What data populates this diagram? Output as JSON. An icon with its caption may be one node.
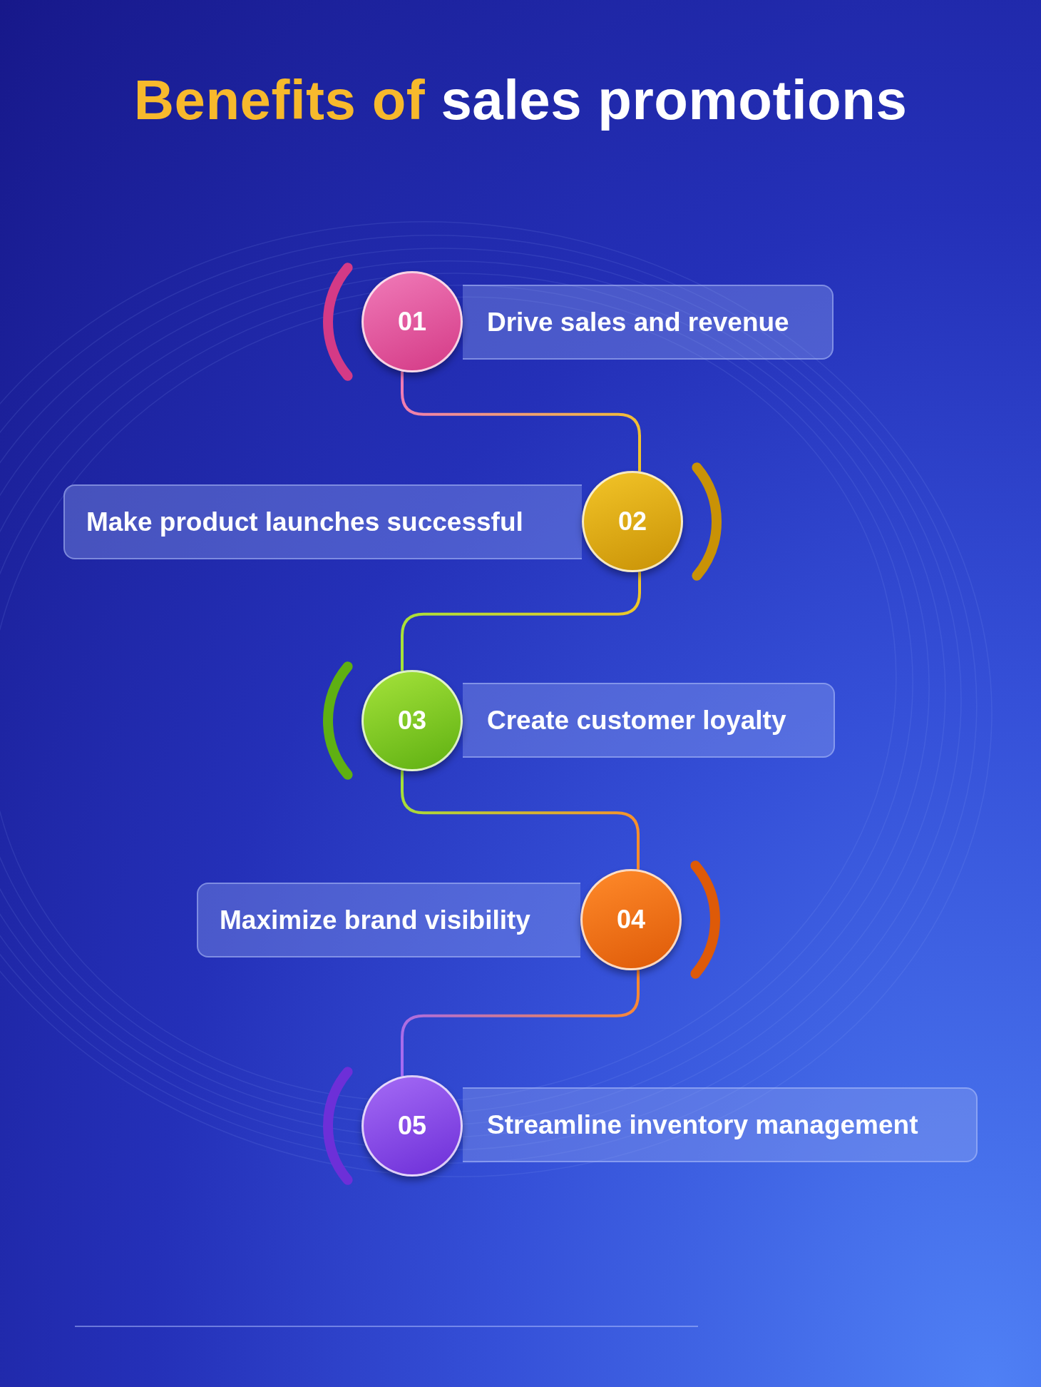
{
  "diagram": {
    "title": "Benefits of sales promotions",
    "nodes": [
      {
        "text": [
          "01"
        ]
      },
      {
        "text": [
          "Drive sales and revenue"
        ]
      },
      {
        "text": [
          "Make product launches successful"
        ]
      },
      {
        "text": [
          "02"
        ]
      },
      {
        "text": [
          "03"
        ]
      },
      {
        "text": [
          "Create customer loyalty"
        ]
      },
      {
        "text": [
          "Maximize brand visibility"
        ]
      },
      {
        "text": [
          "04"
        ]
      },
      {
        "text": [
          "05"
        ]
      },
      {
        "text": [
          "Streamline inventory management"
        ]
      }
    ],
    "edges": [
      {
        "from": 0,
        "to": 3,
        "arrow": "none"
      },
      {
        "from": 3,
        "to": 4,
        "arrow": "none"
      },
      {
        "from": 4,
        "to": 7,
        "arrow": "none"
      },
      {
        "from": 7,
        "to": 8,
        "arrow": "none"
      }
    ]
  }
}
